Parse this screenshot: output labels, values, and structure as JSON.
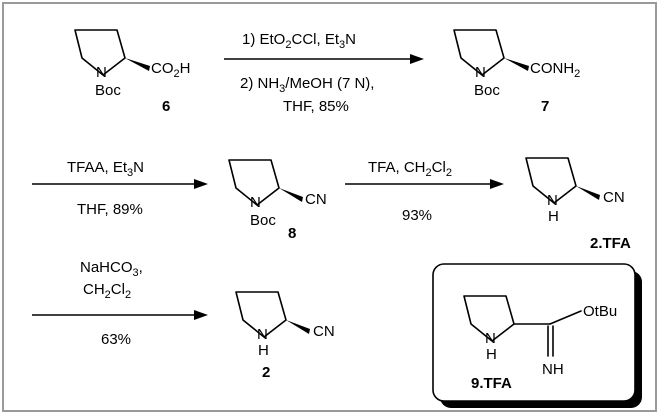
{
  "compounds": {
    "c6": {
      "label": "6",
      "n": "N",
      "boc": "Boc",
      "sub": "CO",
      "sub2": "2",
      "sub3": "H"
    },
    "c7": {
      "label": "7",
      "n": "N",
      "boc": "Boc",
      "sub": "CONH",
      "sub2": "2"
    },
    "c8": {
      "label": "8",
      "n": "N",
      "boc": "Boc",
      "sub": "CN"
    },
    "c2tfa": {
      "label": "2.TFA",
      "n": "N",
      "h": "H",
      "sub": "CN"
    },
    "c2": {
      "label": "2",
      "n": "N",
      "h": "H",
      "sub": "CN"
    },
    "c9tfa": {
      "label": "9.TFA",
      "n": "N",
      "h": "H",
      "o": "OtBu",
      "nh": "NH"
    }
  },
  "steps": {
    "s1": {
      "l1a": "1) EtO",
      "l1b": "2",
      "l1c": "CCl, Et",
      "l1d": "3",
      "l1e": "N",
      "l2a": "2) NH",
      "l2b": "3",
      "l2c": "/MeOH (7 N),",
      "l3": "THF, 85%"
    },
    "s2": {
      "l1a": "TFAA, Et",
      "l1b": "3",
      "l1c": "N",
      "l2": "THF, 89%"
    },
    "s3": {
      "l1a": "TFA, CH",
      "l1b": "2",
      "l1c": "Cl",
      "l1d": "2",
      "l2": "93%"
    },
    "s4": {
      "l1a": "NaHCO",
      "l1b": "3",
      "l1c": ",",
      "l2a": "CH",
      "l2b": "2",
      "l2c": "Cl",
      "l2d": "2",
      "l3": "63%"
    }
  }
}
